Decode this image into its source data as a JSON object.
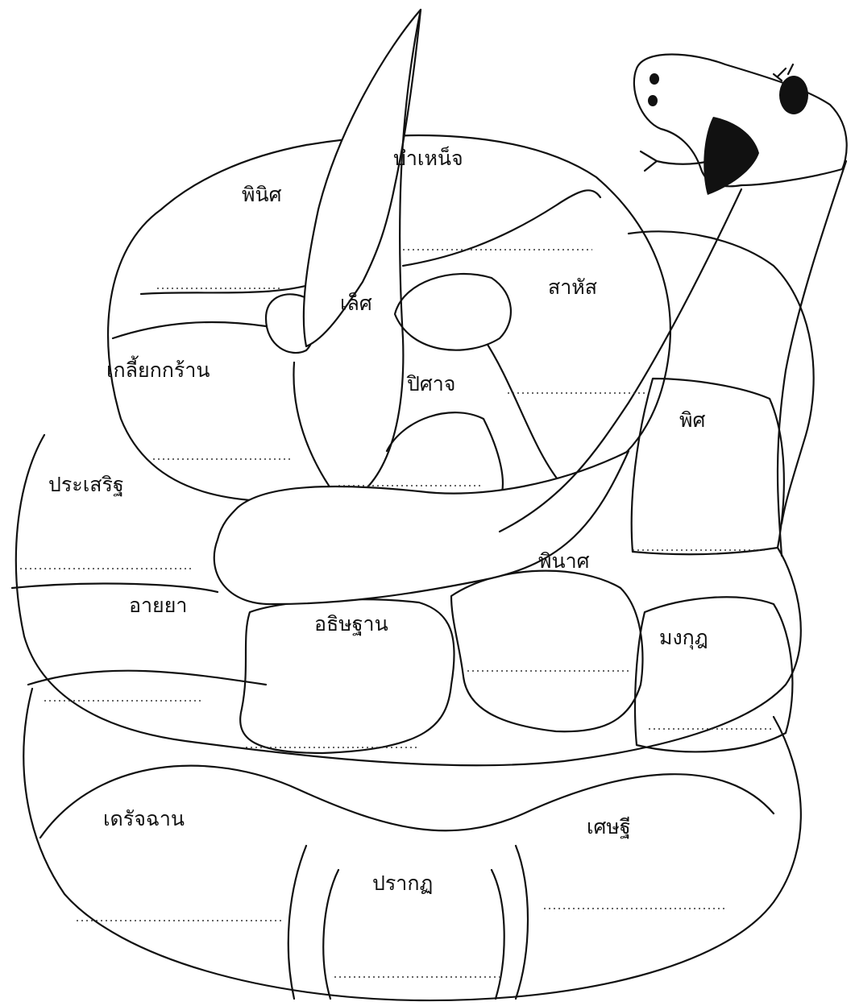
{
  "worksheet": {
    "words": [
      "บำเหน็จ",
      "พินิศ",
      "เล็ศ",
      "สาหัส",
      "เกลี้ยกกร้าน",
      "ปิศาจ",
      "พิศ",
      "ประเสริฐ",
      "พินาศ",
      "อายยา",
      "อธิษฐาน",
      "มงกุฎ",
      "เดรัจฉาน",
      "เศษฐี",
      "ปรากฏ"
    ],
    "line_color": "#111111",
    "background": "#ffffff"
  }
}
